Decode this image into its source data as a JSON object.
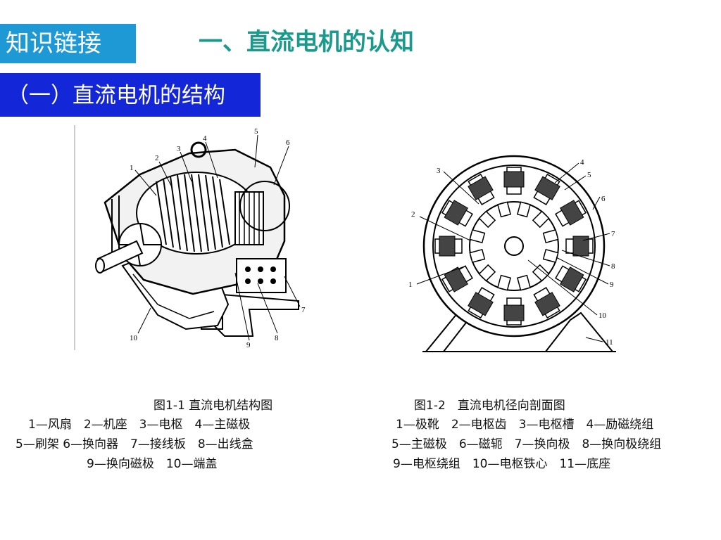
{
  "header": {
    "tag": "知识链接",
    "title": "一、直流电机的认知",
    "subtitle": "（一）直流电机的结构"
  },
  "figure1": {
    "caption": "图1-1 直流电机结构图",
    "legend": [
      "1—风扇　2—机座　3—电枢　4—主磁极",
      "5—刷架 6—换向器　7—接线板　8—出线盒",
      "9—换向磁极　10—端盖"
    ],
    "callouts": [
      "1",
      "2",
      "3",
      "4",
      "5",
      "6",
      "7",
      "8",
      "9",
      "10"
    ]
  },
  "figure2": {
    "caption": "图1-2　直流电机径向剖面图",
    "legend": [
      "1—极靴　2—电枢齿　3—电枢槽　4—励磁绕组",
      "5—主磁极　6—磁轭　7—换向极　8—换向极绕组",
      "9—电枢绕组　10—电枢铁心　11—底座"
    ],
    "callouts": [
      "1",
      "2",
      "3",
      "4",
      "5",
      "6",
      "7",
      "8",
      "9",
      "10",
      "11"
    ]
  },
  "colors": {
    "tag_bg": "#1f99d6",
    "subtitle_bg": "#1427d8",
    "title": "#1a9a8c"
  }
}
